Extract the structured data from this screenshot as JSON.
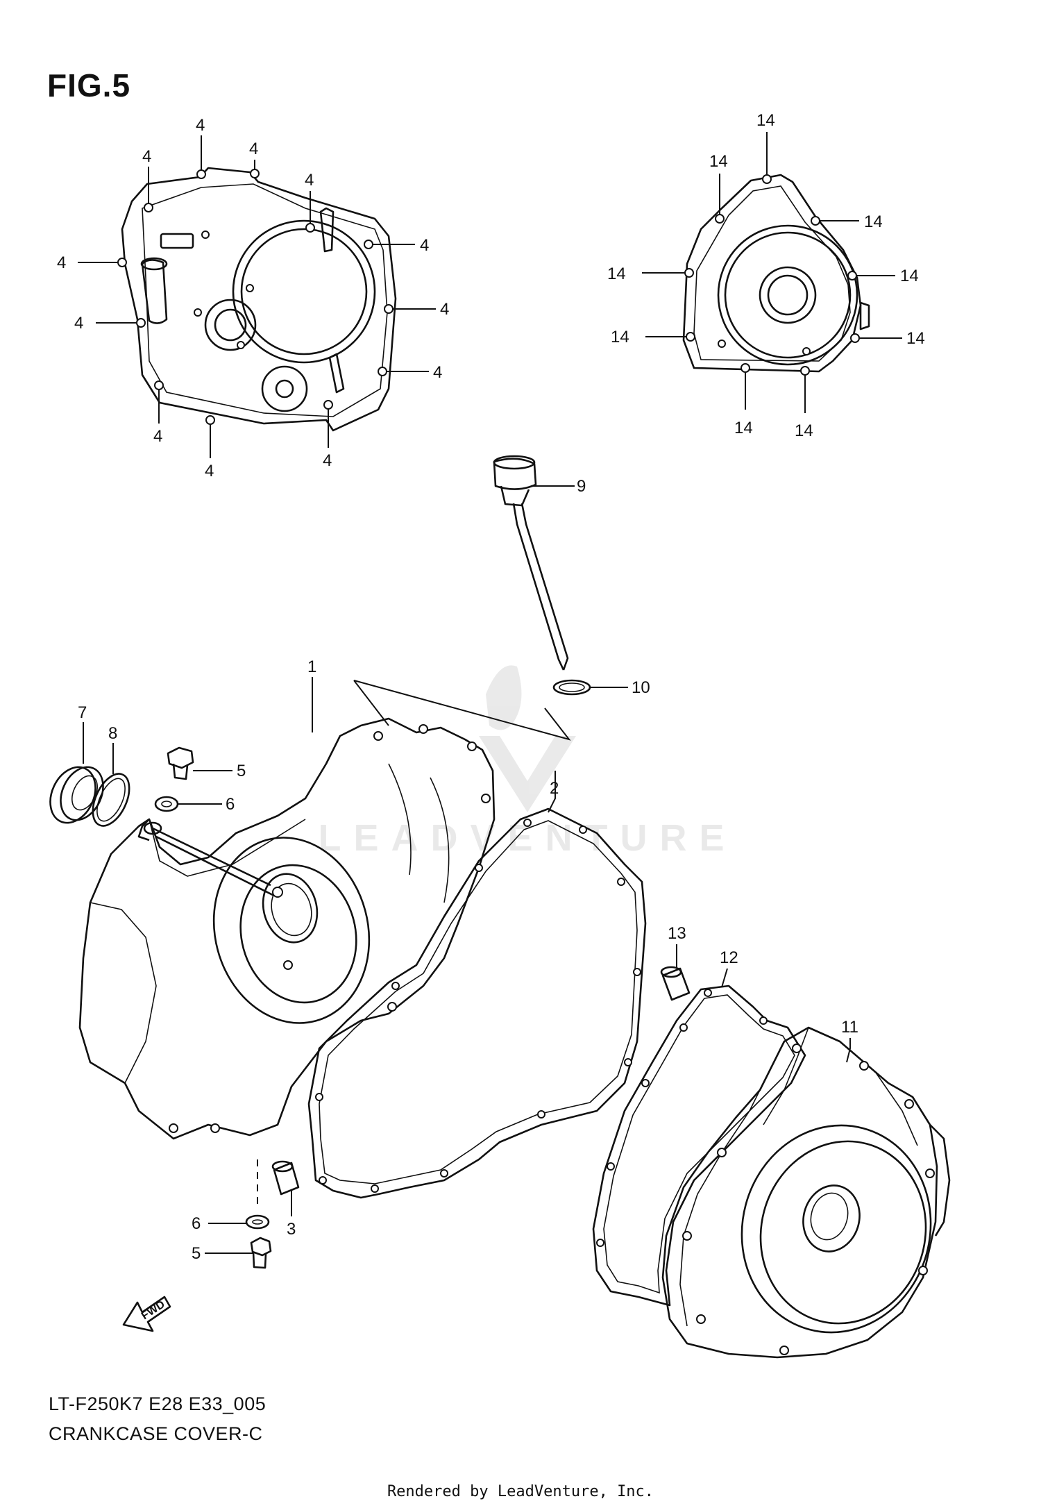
{
  "figure": {
    "title": "FIG.5",
    "code": "LT-F250K7 E28 E33_005",
    "name": "CRANKCASE COVER-C",
    "footer": "Rendered by LeadVenture, Inc."
  },
  "watermark": "LEADVENTURE",
  "fwd_arrow_label": "FWD",
  "callouts": {
    "c1": "1",
    "c2": "2",
    "c3": "3",
    "c4a": "4",
    "c4b": "4",
    "c4c": "4",
    "c4d": "4",
    "c4e": "4",
    "c4f": "4",
    "c4g": "4",
    "c4h": "4",
    "c4i": "4",
    "c4j": "4",
    "c4k": "4",
    "c4l": "4",
    "c5a": "5",
    "c5b": "5",
    "c6a": "6",
    "c6b": "6",
    "c7": "7",
    "c8": "8",
    "c9": "9",
    "c10": "10",
    "c11": "11",
    "c12": "12",
    "c13": "13",
    "c14a": "14",
    "c14b": "14",
    "c14c": "14",
    "c14d": "14",
    "c14e": "14",
    "c14f": "14",
    "c14g": "14",
    "c14h": "14",
    "c14i": "14"
  }
}
